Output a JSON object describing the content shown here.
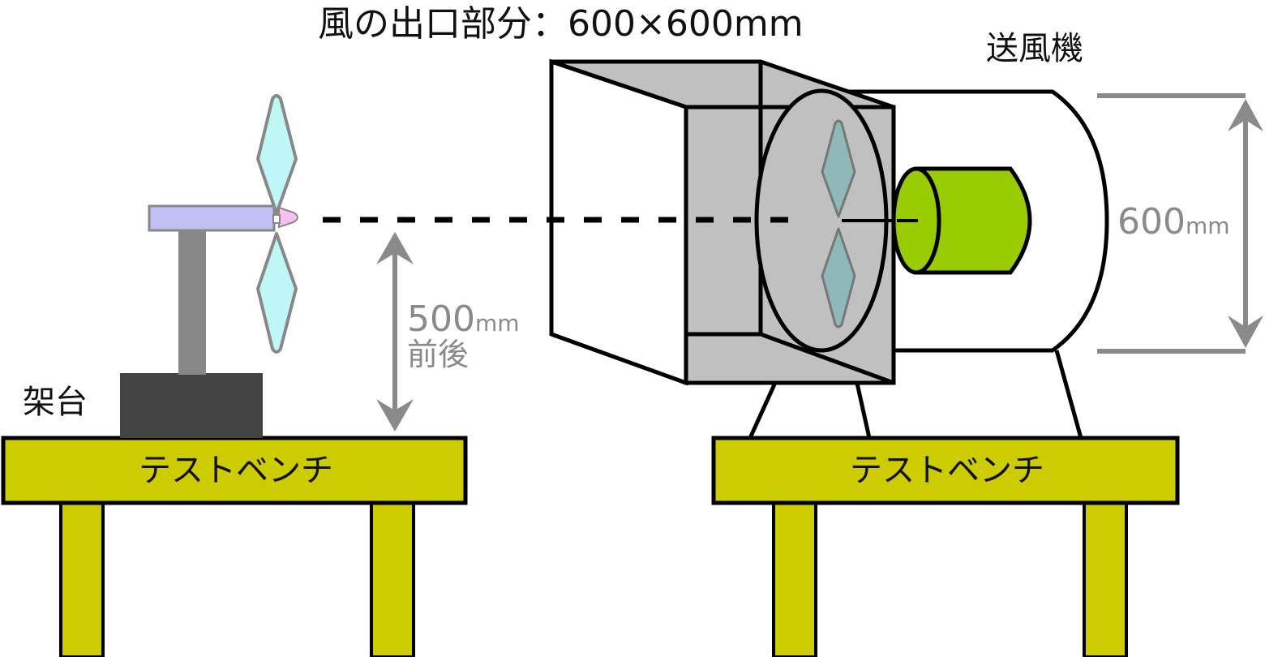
{
  "title": "風の出口部分：600×600mm",
  "labels": {
    "fan": "送風機",
    "stand": "架台",
    "bench_left": "テストベンチ",
    "bench_right": "テストベンチ",
    "height_value": "500",
    "height_unit": "mm",
    "height_qualifier": "前後",
    "diameter_value": "600",
    "diameter_unit": "mm"
  },
  "colors": {
    "bench": "#cccc00",
    "stand": "#444444",
    "pole": "#888888",
    "nacelle": "#c0c0f4",
    "nose": "#f8c0f0",
    "blade": "#bff7f7",
    "fan_blade": "#8fb8bb",
    "duct": "#c0c0c0",
    "motor": "#99cc00",
    "dimension": "#8a8a8a"
  }
}
